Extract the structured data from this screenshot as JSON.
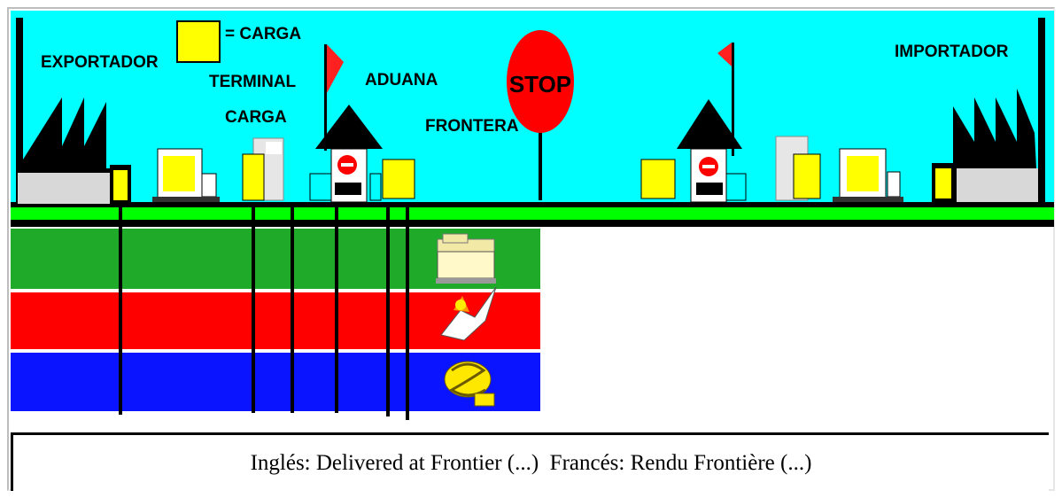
{
  "diagram": {
    "legend": {
      "swatch_color": "#ffff00",
      "text": "= CARGA"
    },
    "labels": {
      "exportador": "EXPORTADOR",
      "importador": "IMPORTADOR",
      "terminal": "TERMINAL",
      "carga": "CARGA",
      "aduana": "ADUANA",
      "frontera": "FRONTERA",
      "stop": "STOP"
    },
    "bands": [
      {
        "name": "green",
        "color": "#1faa2a",
        "icon": "folder-icon"
      },
      {
        "name": "red",
        "color": "#ff0000",
        "icon": "ship-fire-icon"
      },
      {
        "name": "blue",
        "color": "#0a14ff",
        "icon": "money-icon"
      }
    ],
    "colors": {
      "sky": "#00ffff",
      "ground": "#00ff00",
      "cargo": "#ffff00",
      "stop_sign": "#ff0000"
    }
  },
  "caption": "Inglés: Delivered at Frontier (...)  Francés: Rendu Frontière (...)"
}
